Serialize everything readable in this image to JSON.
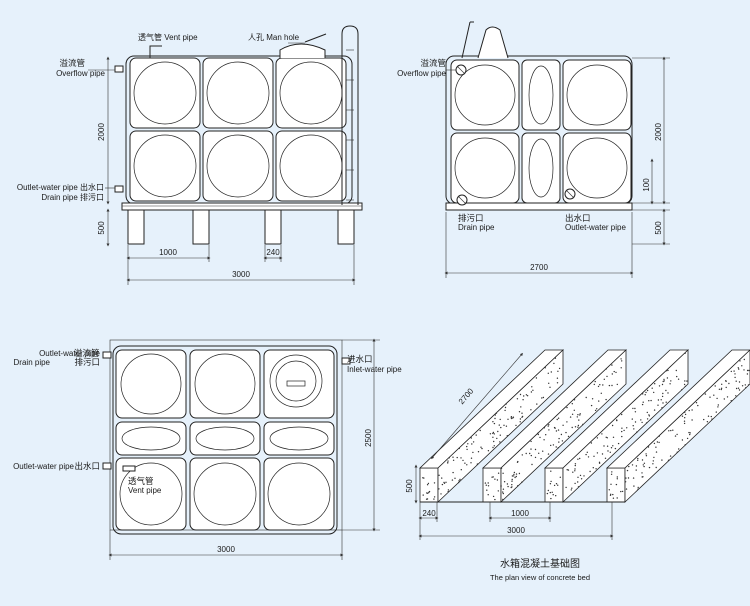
{
  "front_view": {
    "vent_pipe": "透气管 Vent pipe",
    "man_hole": "人孔 Man hole",
    "overflow_cn": "溢流管",
    "overflow_en": "Overflow pipe",
    "outlet_cn_en": "Outlet-water pipe 出水口",
    "drain_cn_en": "Drain pipe    排污口",
    "dim_height": "2000",
    "dim_leg": "500",
    "dim_span": "1000",
    "dim_gap": "240",
    "dim_width": "3000"
  },
  "side_view": {
    "overflow_cn": "溢流管",
    "overflow_en": "Overflow pipe",
    "drain_cn": "排污口",
    "drain_en": "Drain pipe",
    "outlet_cn": "出水口",
    "outlet_en": "Outlet-water pipe",
    "dim_height": "2000",
    "dim_small": "100",
    "dim_leg": "500",
    "dim_width": "2700"
  },
  "top_view": {
    "outlet_top_en": "Outlet-water pipe",
    "outlet_top_cn": "溢流管",
    "drain_en": "Drain pipe",
    "drain_cn": "排污口",
    "inlet_cn": "进水口",
    "inlet_en": "Inlet-water pipe",
    "outlet_en": "Outlet-water pipe",
    "outlet_cn": "出水口",
    "vent_cn": "透气管",
    "vent_en": "Vent pipe",
    "dim_depth": "2500",
    "dim_width": "3000"
  },
  "concrete_bed": {
    "dim_length": "2700",
    "dim_height": "500",
    "dim_beam": "240",
    "dim_spacing": "1000",
    "dim_total": "3000",
    "title_cn": "水箱混凝土基础图",
    "title_en": "The plan view of concrete bed"
  }
}
